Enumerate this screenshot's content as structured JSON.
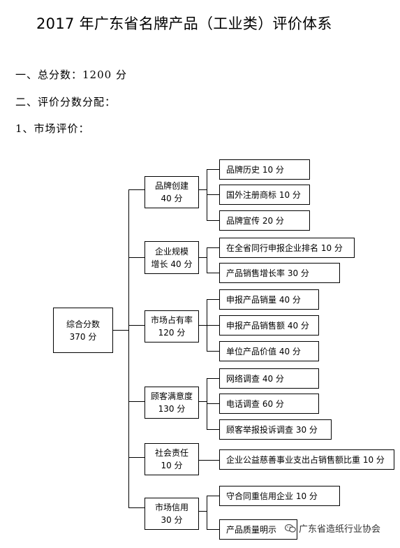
{
  "title": "2017 年广东省名牌产品（工业类）评价体系",
  "section1": "一、总分数：1200 分",
  "section2": "二、评价分数分配：",
  "section3": "1、市场评价：",
  "root": {
    "line1": "综合分数",
    "line2": "370 分"
  },
  "categories": [
    {
      "line1": "品牌创建",
      "line2": "40 分",
      "items": [
        "品牌历史 10 分",
        "国外注册商标 10 分",
        "品牌宣传 20 分"
      ]
    },
    {
      "line1": "企业规模",
      "line2": "增长 40 分",
      "items": [
        "在全省同行申报企业排名 10 分",
        "产品销售增长率 30 分"
      ]
    },
    {
      "line1": "市场占有率",
      "line2": "120 分",
      "items": [
        "申报产品销量 40 分",
        "申报产品销售额 40 分",
        "单位产品价值 40 分"
      ]
    },
    {
      "line1": "顾客满意度",
      "line2": "130 分",
      "items": [
        "网络调查 40 分",
        "电话调查 60 分",
        "顾客举报投诉调查 30 分"
      ]
    },
    {
      "line1": "社会责任",
      "line2": "10 分",
      "items": [
        "企业公益慈善事业支出占销售额比重 10 分"
      ]
    },
    {
      "line1": "市场信用",
      "line2": "30 分",
      "items": [
        "守合同重信用企业 10 分",
        "产品质量明示"
      ]
    }
  ],
  "watermark": {
    "text": "广东省造纸行业协会",
    "icon": "wechat-icon"
  }
}
